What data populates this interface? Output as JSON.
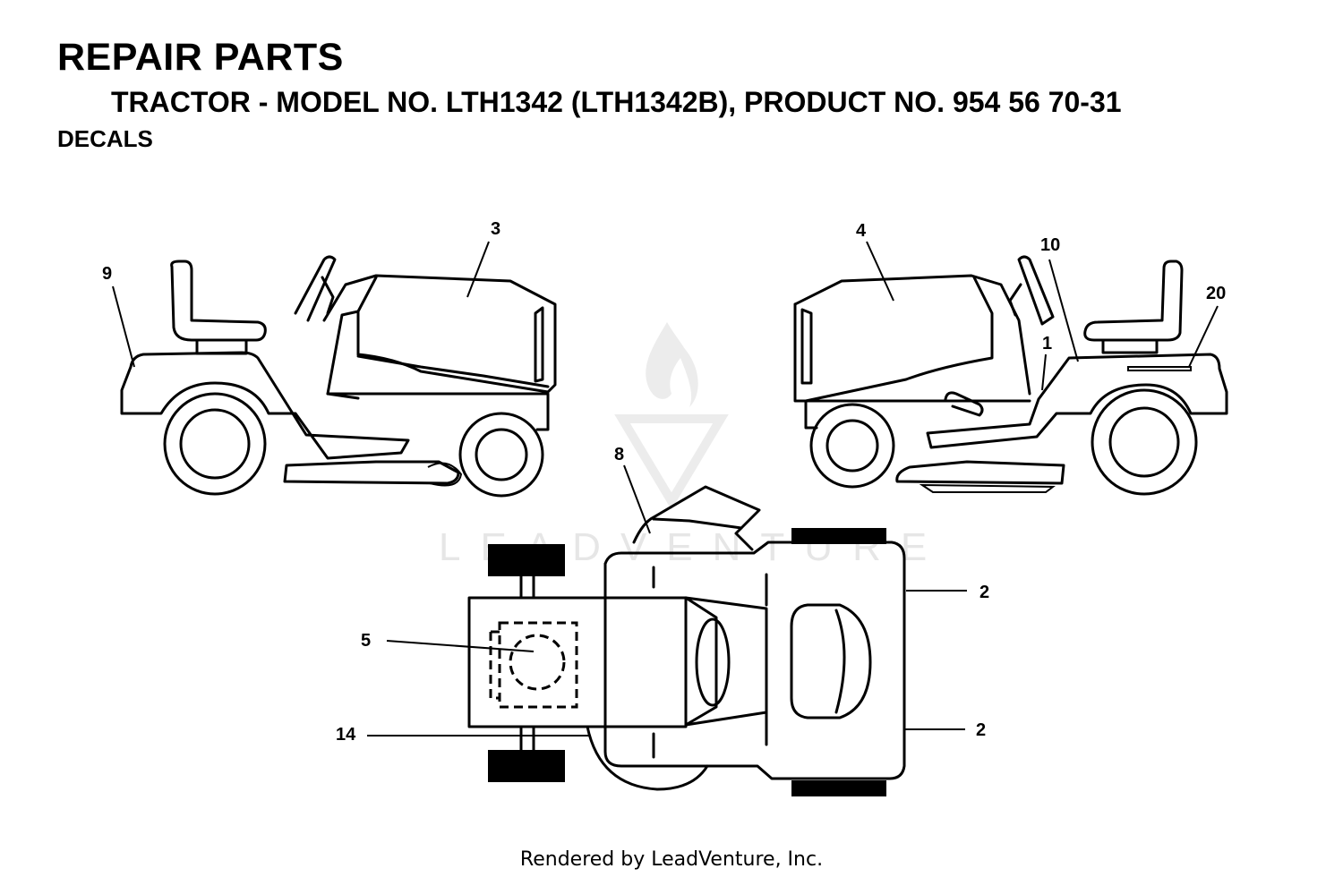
{
  "header": {
    "title": "REPAIR PARTS",
    "subtitle": "TRACTOR - MODEL NO. LTH1342 (LTH1342B), PRODUCT NO. 954 56 70-31",
    "section": "DECALS"
  },
  "watermark": {
    "text": "LEADVENTURE"
  },
  "callouts": {
    "c1": "1",
    "c2a": "2",
    "c2b": "2",
    "c3": "3",
    "c4": "4",
    "c5": "5",
    "c8": "8",
    "c9": "9",
    "c10": "10",
    "c14": "14",
    "c20": "20"
  },
  "footer": {
    "text": "Rendered by LeadVenture, Inc."
  }
}
